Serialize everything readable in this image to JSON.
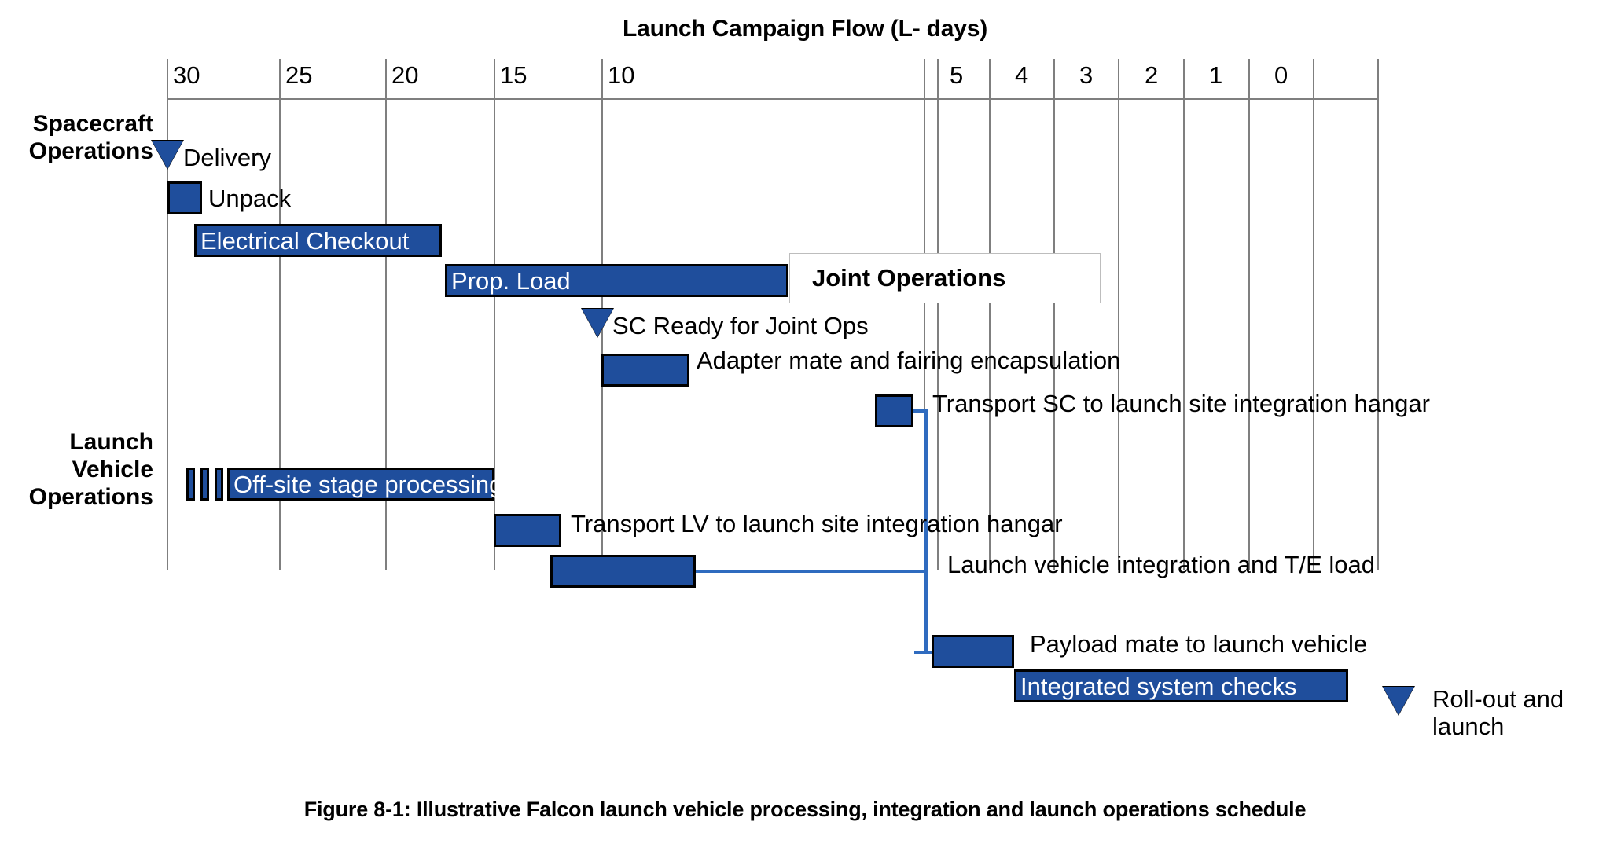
{
  "chart_title": "Launch Campaign Flow (L- days)",
  "figure_caption": "Figure 8-1: Illustrative Falcon launch vehicle processing, integration and launch operations schedule",
  "joint_operations_label": "Joint Operations",
  "group_labels": {
    "spacecraft": "Spacecraft\nOperations",
    "spacecraft_line1": "Spacecraft",
    "spacecraft_line2": "Operations",
    "launch_vehicle_line1": "Launch",
    "launch_vehicle_line2": "Vehicle",
    "launch_vehicle_line3": "Operations"
  },
  "axis": {
    "label": "L- days",
    "tick_labels": [
      "30",
      "25",
      "20",
      "15",
      "10",
      "5",
      "4",
      "3",
      "2",
      "1",
      "0"
    ],
    "direction": "descending"
  },
  "tasks": {
    "delivery": "Delivery",
    "unpack": "Unpack",
    "electrical_checkout": "Electrical Checkout",
    "prop_load": "Prop. Load",
    "sc_ready": "SC Ready for Joint Ops",
    "adapter_mate": "Adapter mate and fairing encapsulation",
    "transport_sc": "Transport SC to launch site integration hangar",
    "offsite_stage": "Off-site stage processing",
    "transport_lv": "Transport LV to launch site integration hangar",
    "lv_integration": "Launch vehicle integration and T/E load",
    "payload_mate": "Payload mate to launch vehicle",
    "integrated_checks": "Integrated system checks",
    "rollout_line1": "Roll-out and",
    "rollout_line2": "launch"
  },
  "colors": {
    "bar_fill": "#1f4e9c",
    "bar_stroke": "#000000",
    "gridline": "#7f7f7f",
    "connector": "#2f6bbf",
    "text": "#000000",
    "inbar_text": "#ffffff",
    "background": "#ffffff"
  },
  "chart_data": {
    "type": "bar",
    "subtype": "gantt",
    "title": "Launch Campaign Flow (L- days)",
    "xlabel": "L- days",
    "ylabel": "",
    "xlim": [
      31.0,
      -0.6
    ],
    "grid": true,
    "legend": "none",
    "axis_ticks": [
      30,
      25,
      20,
      15,
      10,
      5,
      4,
      3,
      2,
      1,
      0
    ],
    "groups": [
      "Spacecraft Operations",
      "Launch Vehicle Operations"
    ],
    "tasks": [
      {
        "name": "Delivery",
        "group": "Spacecraft Operations",
        "kind": "milestone",
        "day": 30,
        "label_position": "right"
      },
      {
        "name": "Unpack",
        "group": "Spacecraft Operations",
        "kind": "bar",
        "start_day": 30,
        "end_day": 29.2,
        "label_position": "right"
      },
      {
        "name": "Electrical Checkout",
        "group": "Spacecraft Operations",
        "kind": "bar",
        "start_day": 28.7,
        "end_day": 17.8,
        "label_position": "inside"
      },
      {
        "name": "Prop. Load",
        "group": "Spacecraft Operations",
        "kind": "bar",
        "start_day": 16.4,
        "end_day": 7.5,
        "label_position": "inside"
      },
      {
        "name": "SC Ready for Joint Ops",
        "group": "Joint Operations",
        "kind": "milestone",
        "day": 9.5,
        "label_position": "right"
      },
      {
        "name": "Adapter mate and fairing encapsulation",
        "group": "Joint Operations",
        "kind": "bar",
        "start_day": 10.0,
        "end_day": 7.2,
        "label_position": "right"
      },
      {
        "name": "Transport SC to launch site integration hangar",
        "group": "Joint Operations",
        "kind": "bar",
        "start_day": 7.0,
        "end_day": 6.6,
        "label_position": "right"
      },
      {
        "name": "Off-site stage processing",
        "group": "Launch Vehicle Operations",
        "kind": "bar",
        "start_day": 30.0,
        "end_day": 14.9,
        "label_position": "inside",
        "has_lead_hatch": true
      },
      {
        "name": "Transport LV to launch site integration hangar",
        "group": "Launch Vehicle Operations",
        "kind": "bar",
        "start_day": 15.0,
        "end_day": 12.6,
        "label_position": "right"
      },
      {
        "name": "Launch vehicle integration and T/E load",
        "group": "Launch Vehicle Operations",
        "kind": "bar",
        "start_day": 12.4,
        "end_day": 6.0,
        "label_position": "right"
      },
      {
        "name": "Payload mate to launch vehicle",
        "group": "Launch Vehicle Operations",
        "kind": "bar",
        "start_day": 5.8,
        "end_day": 4.2,
        "label_position": "right"
      },
      {
        "name": "Integrated system checks",
        "group": "Launch Vehicle Operations",
        "kind": "bar",
        "start_day": 4.2,
        "end_day": 1.3,
        "label_position": "inside"
      },
      {
        "name": "Roll-out and launch",
        "group": "Launch Vehicle Operations",
        "kind": "milestone",
        "day": 0.2,
        "label_position": "right"
      }
    ],
    "dependencies": [
      {
        "from": "Transport SC to launch site integration hangar",
        "to": "Launch vehicle integration and T/E load"
      },
      {
        "from": "Launch vehicle integration and T/E load",
        "to": "Payload mate to launch vehicle"
      }
    ]
  }
}
